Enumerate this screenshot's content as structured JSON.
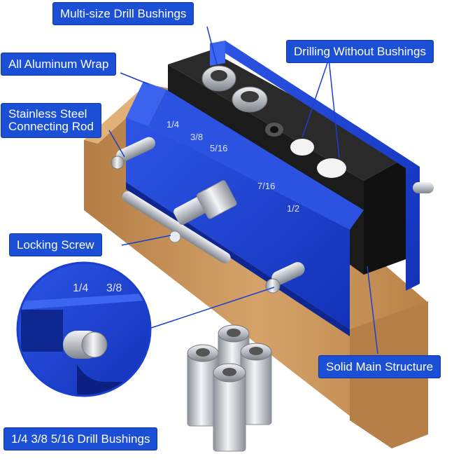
{
  "labels": {
    "multi_size": "Multi-size Drill Bushings",
    "aluminum": "All Aluminum Wrap",
    "drilling_without": "Drilling Without Bushings",
    "rod_line1": "Stainless Steel",
    "rod_line2": "Connecting Rod",
    "locking": "Locking Screw",
    "solid": "Solid Main Structure",
    "bushings": "1/4 3/8 5/16 Drill Bushings"
  },
  "engravings": {
    "s1": "1/4",
    "s2": "3/8",
    "s3": "5/16",
    "s4": "7/16",
    "s5": "1/2",
    "zoom1": "1/4",
    "zoom2": "3/8"
  },
  "colors": {
    "label_bg": "#1a4fd6",
    "jig_blue": "#1a3fd0",
    "jig_dark": "#0d2690",
    "block_black": "#1b1b1b",
    "wood": "#c9935a",
    "metal": "#c8cbd0"
  }
}
